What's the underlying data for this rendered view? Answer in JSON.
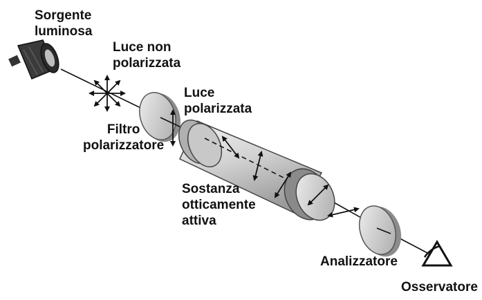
{
  "colors": {
    "ink": "#111111",
    "glass": "#c9c9c9",
    "rim": "#6a6a6a",
    "lamp": "#3a3a3a"
  },
  "labels": {
    "sorgente": [
      "Sorgente",
      "luminosa"
    ],
    "luce_non": [
      "Luce non",
      "polarizzata"
    ],
    "filtro": [
      "Filtro",
      "polarizzatore"
    ],
    "luce_pol": [
      "Luce",
      "polarizzata"
    ],
    "sostanza": [
      "Sostanza",
      "otticamente",
      "attiva"
    ],
    "analizzatore": [
      "Analizzatore"
    ],
    "osservatore": [
      "Osservatore"
    ]
  },
  "icons": [
    "lamp-icon",
    "eye-icon"
  ]
}
